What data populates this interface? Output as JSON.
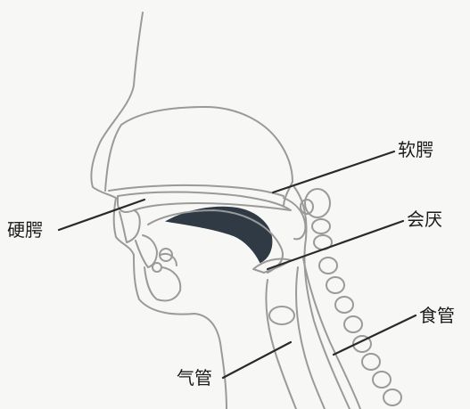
{
  "figure": {
    "background": "#f7f7f5",
    "outline_color": "#9a9a9a",
    "tongue_color": "#2f3a45",
    "labels": {
      "soft_palate": "软腭",
      "hard_palate": "硬腭",
      "epiglottis": "会厌",
      "esophagus": "食管",
      "trachea": "气管"
    }
  }
}
